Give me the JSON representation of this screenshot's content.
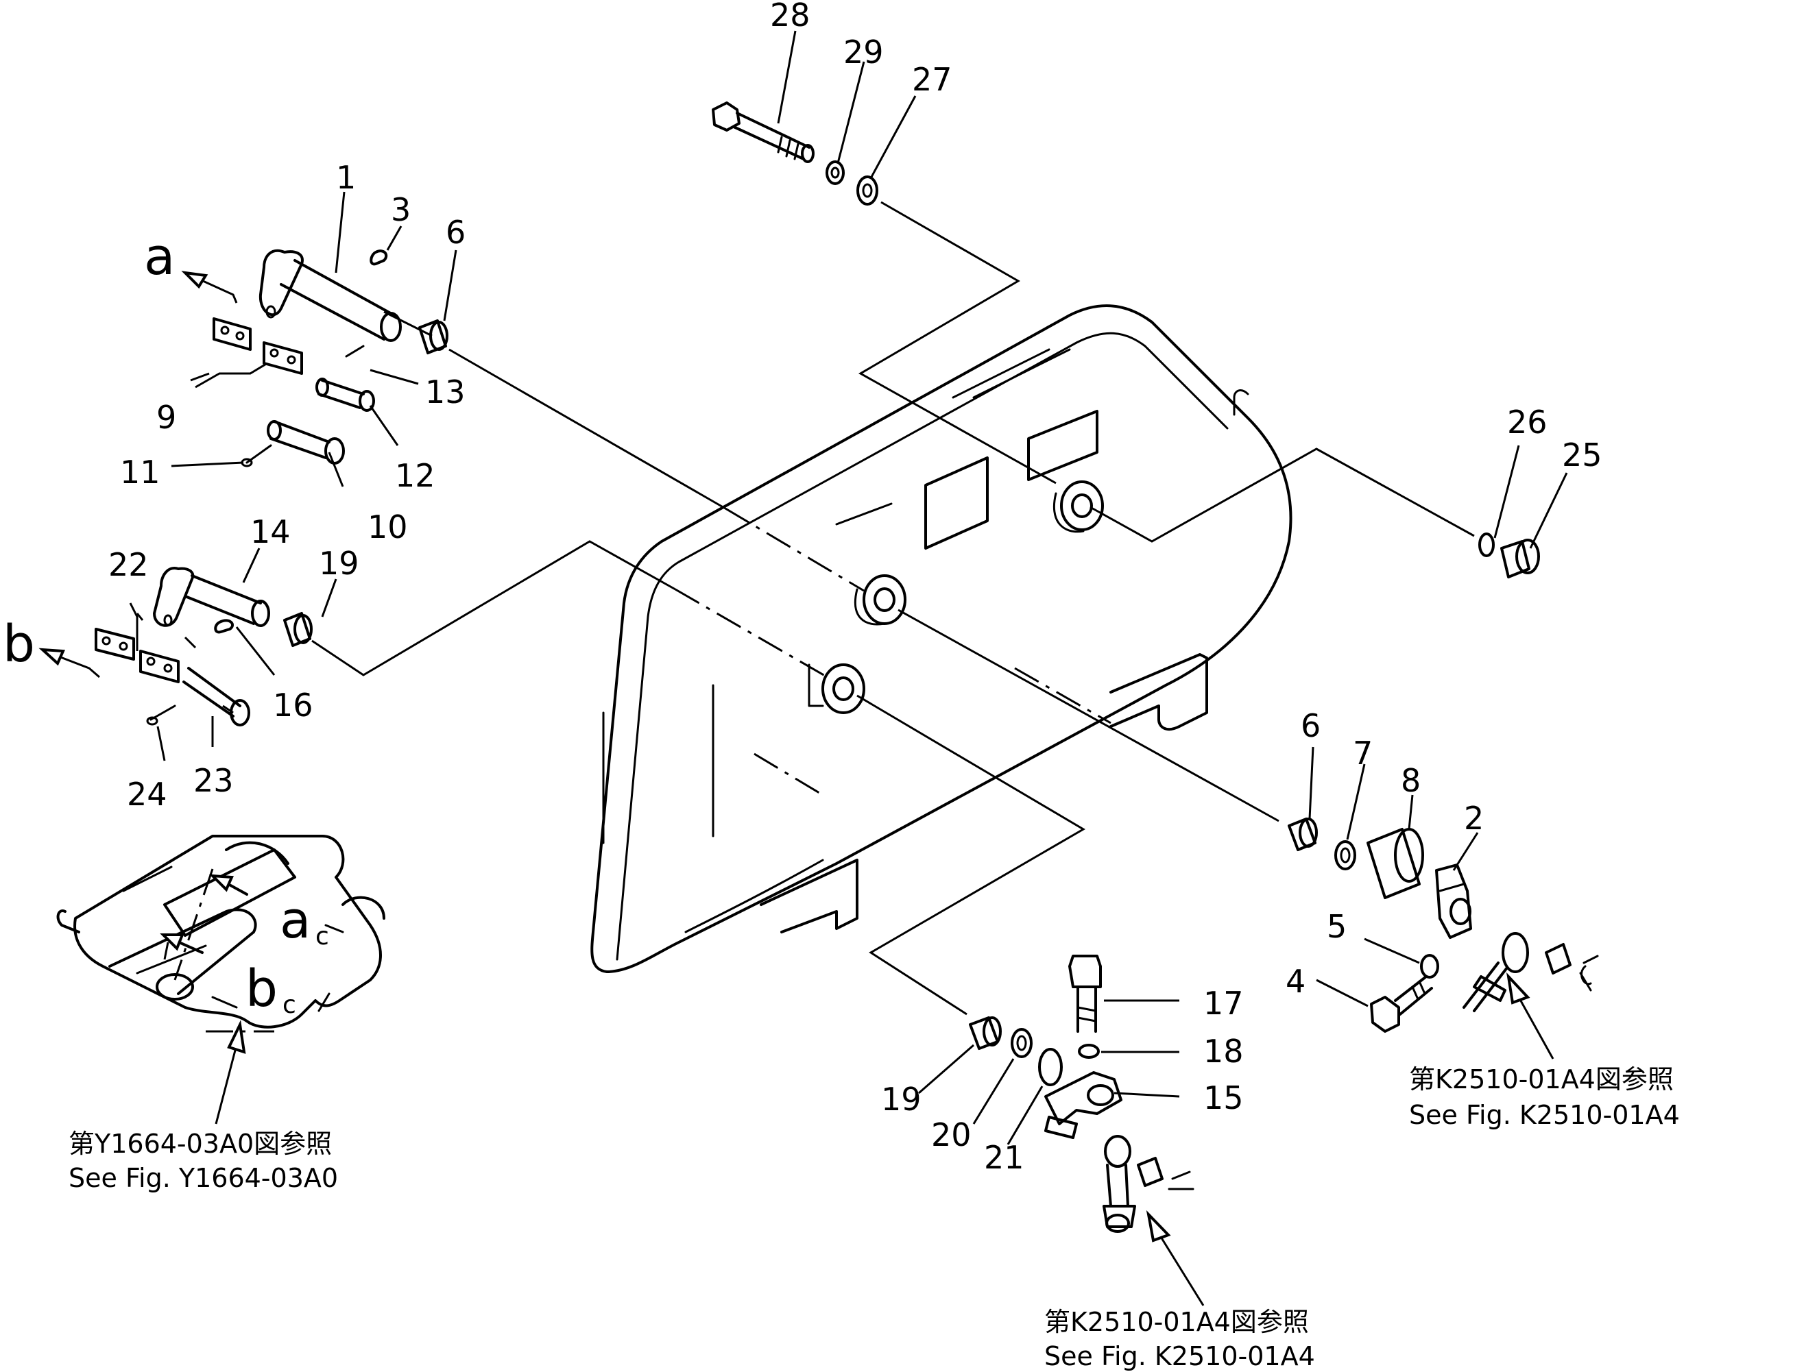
{
  "part_numbers": [
    "1",
    "2",
    "3",
    "4",
    "5",
    "6",
    "6",
    "7",
    "8",
    "9",
    "10",
    "11",
    "12",
    "13",
    "14",
    "15",
    "16",
    "17",
    "18",
    "19",
    "19",
    "20",
    "21",
    "22",
    "23",
    "24",
    "25",
    "26",
    "27",
    "28",
    "29"
  ],
  "view_letters": [
    "a",
    "b",
    "a",
    "b"
  ],
  "detail_marks": [
    "c",
    "c"
  ],
  "references": {
    "left": {
      "jp": "第Y1664-03A0図参照",
      "en": "See Fig. Y1664-03A0"
    },
    "right": {
      "jp": "第K2510-01A4図参照",
      "en": "See Fig. K2510-01A4"
    },
    "bottom": {
      "jp": "第K2510-01A4図参照",
      "en": "See Fig. K2510-01A4"
    }
  }
}
